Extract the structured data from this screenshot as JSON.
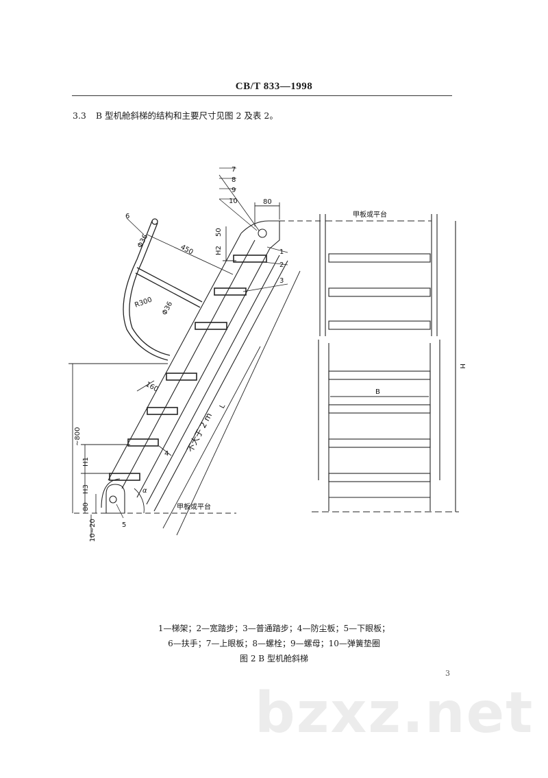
{
  "header": {
    "standard_code": "CB/T  833—1998"
  },
  "section": {
    "number": "3.3",
    "text": "B 型机舱斜梯的结构和主要尺寸见图 2 及表 2。"
  },
  "figure": {
    "callouts": [
      "1",
      "2",
      "3",
      "4",
      "5",
      "6",
      "7",
      "8",
      "9",
      "10"
    ],
    "dimensions": {
      "top_offset": "80",
      "h2_label": "H2",
      "h2_value": "50",
      "handrail_dia_top": "Φ36",
      "handrail_dia_mid": "Φ36",
      "handrail_length": "450",
      "handrail_radius": "R300",
      "step_pitch": "160",
      "height_approx": "~800",
      "h1_label": "H1",
      "h3_label": "H3",
      "bottom_offset": "80",
      "gap": "10~20",
      "angle": "α",
      "length_label": "L",
      "length_note": "不大于 2 m",
      "deck_label_side": "甲板或平台",
      "deck_label_front": "甲板或平台",
      "width_label": "B",
      "height_label": "H"
    },
    "legend_line1": "1—梯架；2—宽踏步；3—普通踏步；4—防尘板；5—下眼板；",
    "legend_line2": "6—扶手；7—上眼板；8—螺栓；9—螺母；10—弹簧垫圈",
    "title": "图 2   B 型机舱斜梯"
  },
  "footer": {
    "page_number": "3",
    "watermark": "bzxz.net"
  }
}
